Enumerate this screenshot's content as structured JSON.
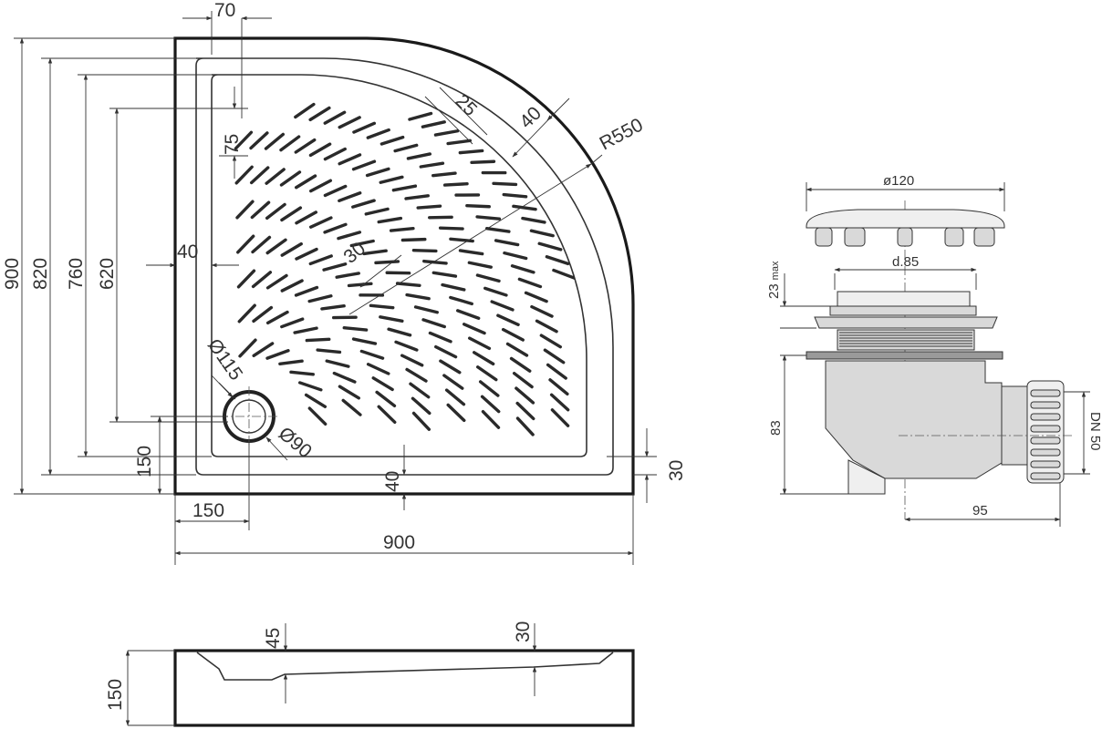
{
  "plan": {
    "dims": {
      "top_offset": "70",
      "height_outer": "900",
      "height_820": "820",
      "height_760": "760",
      "height_620": "620",
      "rim_75": "75",
      "rim_40_left": "40",
      "hatch_25": "25",
      "rim_40_arc": "40",
      "radius": "R550",
      "hatch_30": "30",
      "drain_dia_115": "Ø115",
      "drain_dia_90": "Ø90",
      "drain_offset_150_vertical": "150",
      "drain_offset_150_horizontal": "150",
      "rim_40_bottom": "40",
      "rim_30_right": "30",
      "width_outer": "900"
    }
  },
  "siphon": {
    "dims": {
      "cap_dia": "ø120",
      "body_dia": "d.85",
      "height_23": "23",
      "height_23_suffix": "max",
      "height_83": "83",
      "outlet": "DN 50",
      "offset_95": "95"
    }
  },
  "section": {
    "dims": {
      "height_150": "150",
      "depth_45": "45",
      "depth_30": "30"
    }
  }
}
